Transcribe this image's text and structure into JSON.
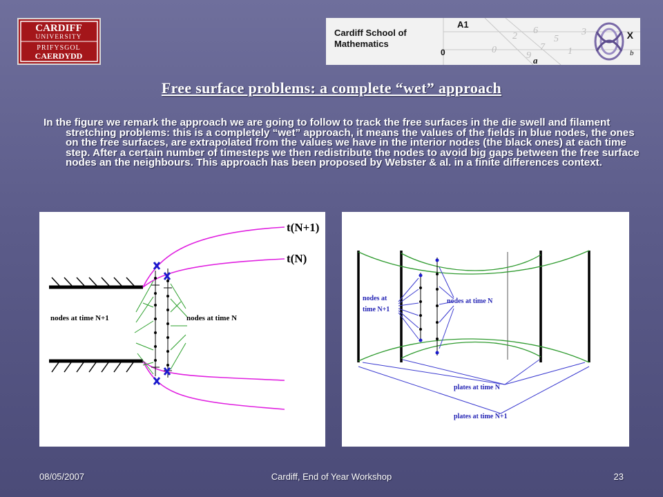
{
  "logo": {
    "line1": "CARDIFF",
    "line2": "UNIVERSITY",
    "line3": "PRIFYSGOL",
    "line4": "CAERDYDD"
  },
  "banner": {
    "school_line1": "Cardiff School of",
    "school_line2": "Mathematics",
    "math_symbols": [
      "A1",
      "X",
      "0",
      "a",
      "b"
    ]
  },
  "slide": {
    "title": "Free surface problems: a complete “wet” approach",
    "body": "In the figure we remark the approach we are going to follow to track the free surfaces in the die swell and filament stretching problems: this is a completely “wet” approach, it means the values of the fields in  blue nodes, the ones on the free surfaces, are extrapolated from the values we have in the interior nodes (the black ones) at each time step. After a certain number of timesteps we then redistribute the nodes to avoid big gaps between the free surface nodes an the neighbours. This approach has been proposed by Webster & al. in a finite differences context."
  },
  "figure_left": {
    "label_t_next": "t(N+1)",
    "label_t_now": "t(N)",
    "label_nodes_n1": "nodes at time N+1",
    "label_nodes_n": "nodes at time N",
    "colors": {
      "surface": "#e020e0",
      "arrows": "#2ca02c",
      "wall": "#000000",
      "marker": "#1a1acc"
    }
  },
  "figure_right": {
    "label_nodes_n1_a": "nodes at",
    "label_nodes_n1_b": "time N+1",
    "label_nodes_n": "nodes at time N",
    "label_plates_n": "plates at time N",
    "label_plates_n1": "plates at time N+1",
    "colors": {
      "surface": "#2e9a2e",
      "arrows": "#3a3ad0",
      "plate": "#000000",
      "node_blue": "#1a1acc"
    }
  },
  "footer": {
    "date": "08/05/2007",
    "center": "Cardiff,  End of Year Workshop",
    "page": "23"
  }
}
